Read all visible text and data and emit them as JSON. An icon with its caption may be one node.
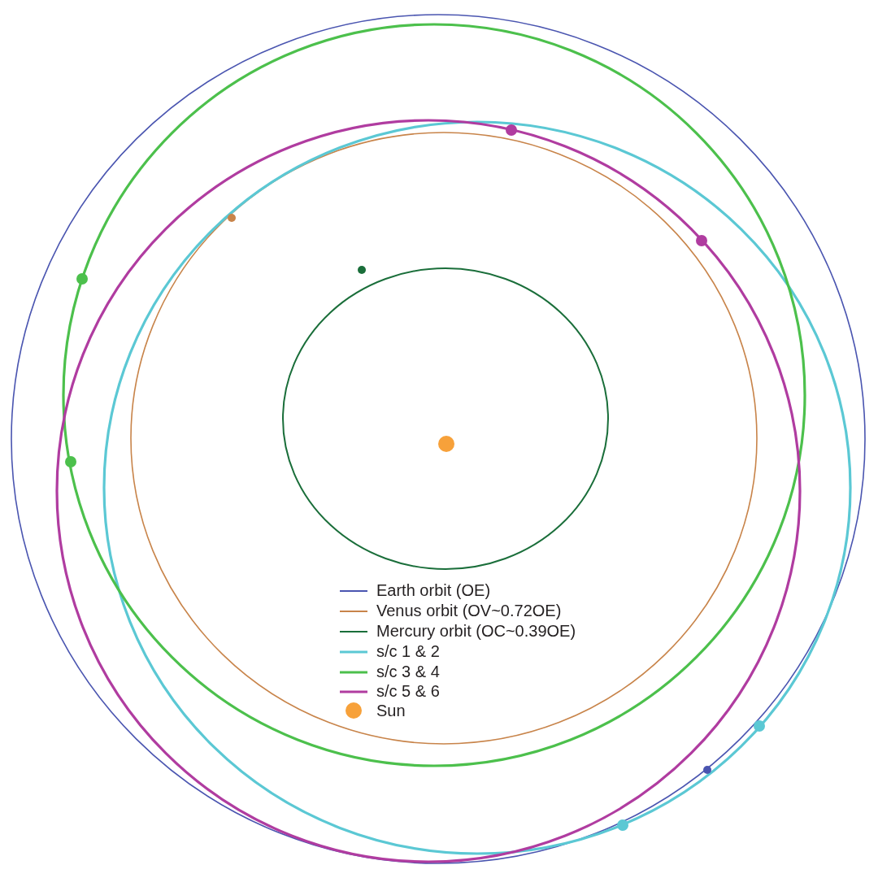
{
  "diagram": {
    "legend": [
      {
        "text": "Earth orbit (OE)"
      },
      {
        "text": "Venus orbit (OV~0.72OE)"
      },
      {
        "text": "Mercury orbit (OC~0.39OE)"
      },
      {
        "text": "s/c 1 & 2"
      },
      {
        "text": "s/c 3 & 4"
      },
      {
        "text": "s/c 5 & 6"
      },
      {
        "text": "Sun"
      }
    ]
  }
}
